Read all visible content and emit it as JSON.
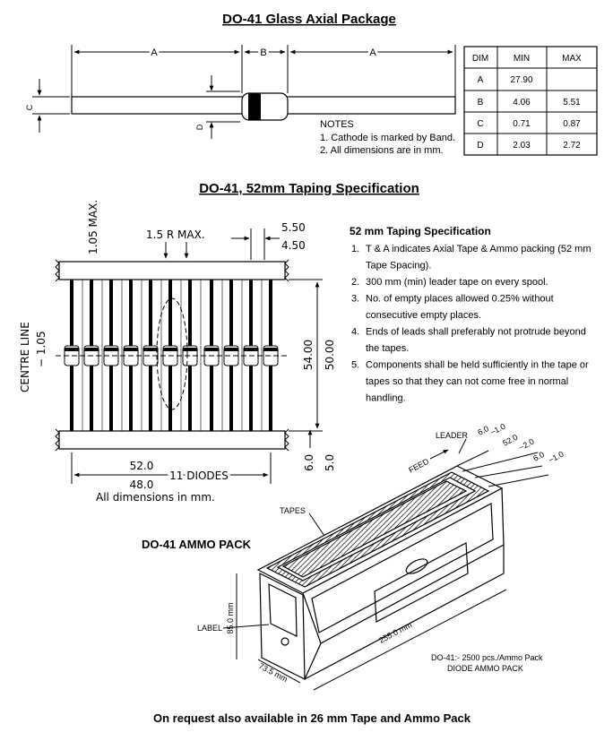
{
  "headings": {
    "package": "DO-41 Glass Axial Package",
    "taping": "DO-41, 52mm Taping Specification",
    "ammo": "DO-41 AMMO PACK",
    "footer": "On request also available in 26 mm Tape and Ammo Pack"
  },
  "package_dims": {
    "a_left": "A",
    "b": "B",
    "a_right": "A",
    "c": "C",
    "d": "D"
  },
  "notes": {
    "title": "NOTES",
    "items": [
      "1.  Cathode is marked by Band.",
      "2.  All dimensions are in mm."
    ]
  },
  "dim_table": {
    "headers": [
      "DIM",
      "MIN",
      "MAX"
    ],
    "rows": [
      [
        "A",
        "27.90",
        ""
      ],
      [
        "B",
        "4.06",
        "5.51"
      ],
      [
        "C",
        "0.71",
        "0.87"
      ],
      [
        "D",
        "2.03",
        "2.72"
      ]
    ]
  },
  "taping": {
    "lead_max": "1.05 MAX.",
    "radius": "1.5 R MAX.",
    "pitch_max": "5.50",
    "pitch_min": "4.50",
    "centre_line": "CENTRE LINE",
    "centre_tol": "− 1.05",
    "h54": "54.00",
    "h50": "50.00",
    "w52": "52.0",
    "diodes": "11 DIODES",
    "w48": "48.0",
    "units": "All dimensions in mm.",
    "tape_a": "6.0",
    "tape_b": "5.0"
  },
  "spec": {
    "title": "52 mm Taping Specification",
    "items": [
      {
        "n": "1.",
        "lines": [
          "T & A indicates Axial Tape & Ammo packing (52 mm",
          "Tape Spacing)."
        ]
      },
      {
        "n": "2.",
        "lines": [
          "300 mm (min) leader tape on every spool."
        ]
      },
      {
        "n": "3.",
        "lines": [
          "No. of empty places allowed 0.25% without",
          "consecutive empty places."
        ]
      },
      {
        "n": "4.",
        "lines": [
          "Ends of leads shall preferably not protrude beyond",
          "the tapes."
        ]
      },
      {
        "n": "5.",
        "lines": [
          "Components shall be held sufficiently in the tape or",
          "tapes so that they can not come free in normal",
          "handling."
        ]
      }
    ]
  },
  "ammo": {
    "leader": "LEADER",
    "feed": "FEED",
    "tapes": "TAPES",
    "label": "LABEL",
    "height": "85.0 mm",
    "length": "255.0 mm",
    "width": "73.5 mm",
    "lead_dims": [
      "6.0",
      "−1.0",
      "52.0",
      "−2.0",
      "6.0",
      "−1.0"
    ],
    "qty": "DO-41:- 2500 pcs./Ammo Pack",
    "name": "DIODE AMMO PACK"
  }
}
